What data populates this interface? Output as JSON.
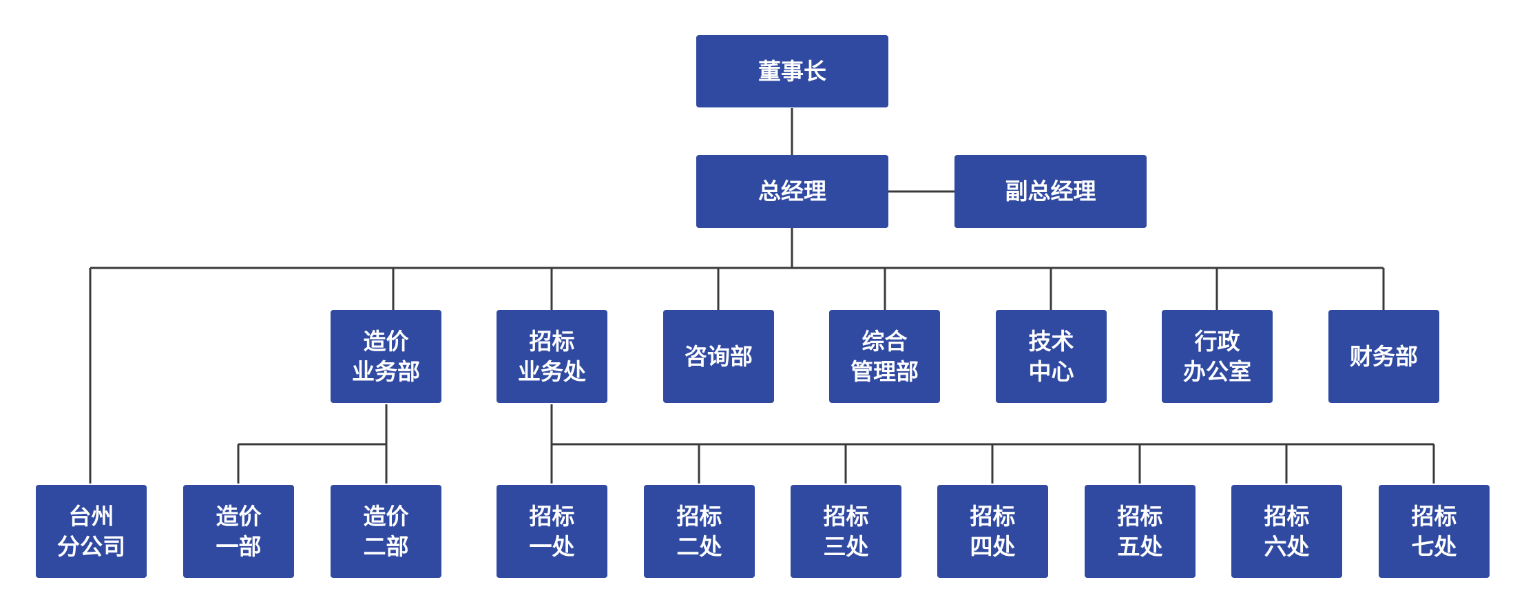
{
  "colors": {
    "box": "#304aa2",
    "line": "#3a3a3a",
    "text": "#ffffff",
    "background": "#ffffff"
  },
  "nodes": {
    "chairman": "董事长",
    "general_manager": "总经理",
    "deputy_gm": "副总经理",
    "dept_cost": "造价\n业务部",
    "dept_bidding": "招标\n业务处",
    "dept_consulting": "咨询部",
    "dept_admin_mgmt": "综合\n管理部",
    "dept_tech": "技术\n中心",
    "dept_office": "行政\n办公室",
    "dept_finance": "财务部",
    "taizhou_branch": "台州\n分公司",
    "cost_1": "造价\n一部",
    "cost_2": "造价\n二部",
    "bid_1": "招标\n一处",
    "bid_2": "招标\n二处",
    "bid_3": "招标\n三处",
    "bid_4": "招标\n四处",
    "bid_5": "招标\n五处",
    "bid_6": "招标\n六处",
    "bid_7": "招标\n七处"
  }
}
